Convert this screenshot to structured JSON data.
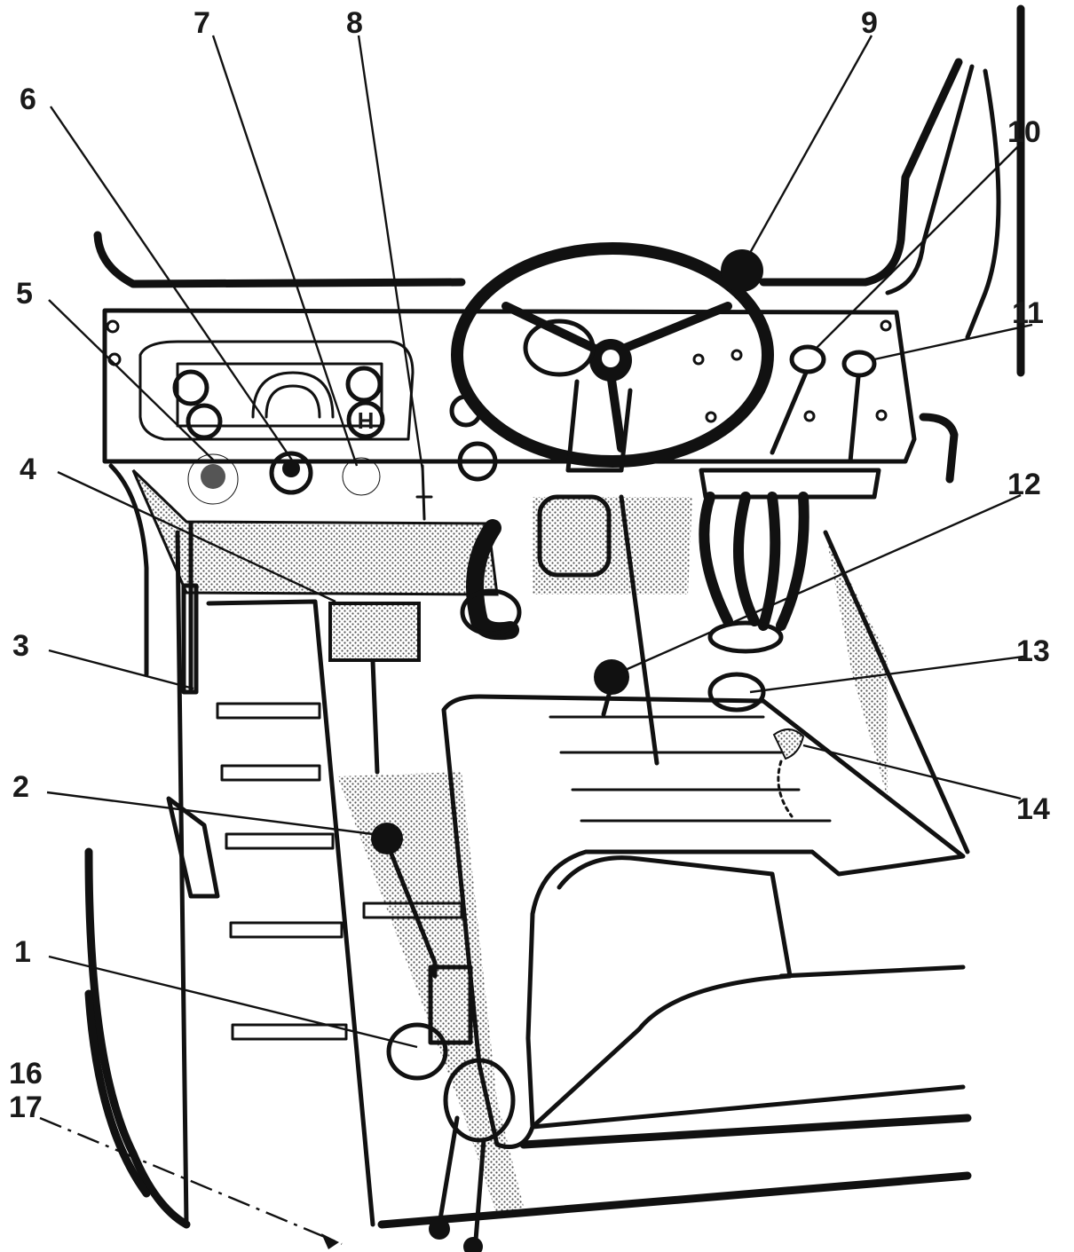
{
  "diagram": {
    "type": "tractor cab controls illustration",
    "callouts": [
      {
        "id": "c1",
        "label": "1"
      },
      {
        "id": "c2",
        "label": "2"
      },
      {
        "id": "c3",
        "label": "3"
      },
      {
        "id": "c4",
        "label": "4"
      },
      {
        "id": "c5",
        "label": "5"
      },
      {
        "id": "c6",
        "label": "6"
      },
      {
        "id": "c7",
        "label": "7"
      },
      {
        "id": "c8",
        "label": "8"
      },
      {
        "id": "c9",
        "label": "9"
      },
      {
        "id": "c10",
        "label": "10"
      },
      {
        "id": "c11",
        "label": "11"
      },
      {
        "id": "c12",
        "label": "12"
      },
      {
        "id": "c13",
        "label": "13"
      },
      {
        "id": "c14",
        "label": "14"
      },
      {
        "id": "c16",
        "label": "16"
      },
      {
        "id": "c17",
        "label": "17"
      }
    ],
    "gauge_letter": "H",
    "colors": {
      "ink": "#111111",
      "stipple": "#9a9a9a",
      "paper": "#ffffff"
    }
  }
}
